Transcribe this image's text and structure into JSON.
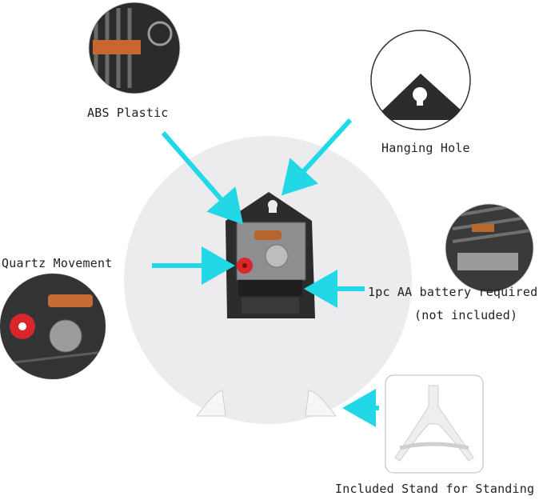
{
  "labels": {
    "abs_plastic": "ABS Plastic",
    "hanging_hole": "Hanging Hole",
    "quartz_movement": "Quartz Movement",
    "battery_line1": "1pc AA battery required",
    "battery_line2": "(not included)",
    "stand": "Included Stand for Standing"
  },
  "colors": {
    "arrow": "#22d8e6",
    "clock_face": "#ececee",
    "movement_body": "#2f2f2f",
    "gear_red": "#d8262a"
  }
}
